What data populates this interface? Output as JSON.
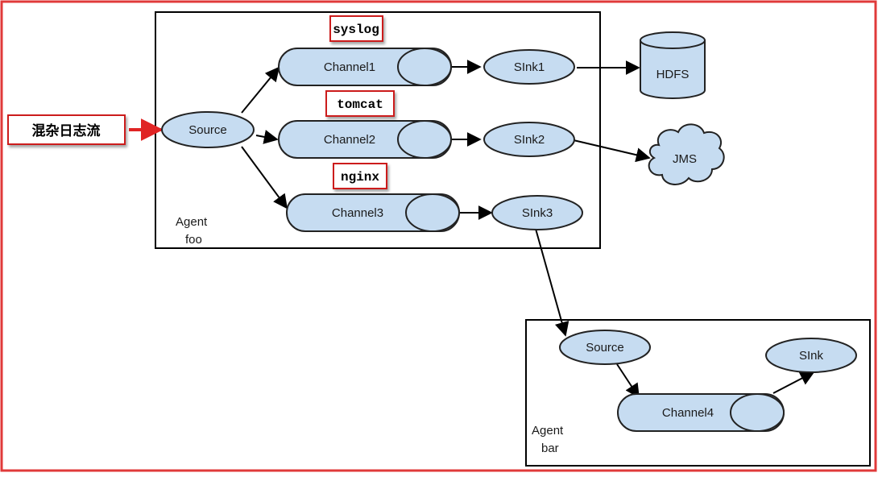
{
  "colors": {
    "node_fill": "#c6dcf1",
    "node_stroke": "#222222",
    "frame_red": "#e03a3a",
    "tag_border": "#cc1f1f",
    "arrow": "#000000",
    "box_stroke": "#000000"
  },
  "input_label": "混杂日志流",
  "agent_foo": {
    "label_line1": "Agent",
    "label_line2": "foo",
    "source": "Source",
    "channels": [
      {
        "name": "Channel1",
        "tag": "syslog"
      },
      {
        "name": "Channel2",
        "tag": "tomcat"
      },
      {
        "name": "Channel3",
        "tag": "nginx"
      }
    ],
    "sinks": [
      "SInk1",
      "SInk2",
      "SInk3"
    ]
  },
  "destinations": {
    "hdfs": "HDFS",
    "jms": "JMS"
  },
  "agent_bar": {
    "label_line1": "Agent",
    "label_line2": "bar",
    "source": "Source",
    "channel": "Channel4",
    "sink": "SInk"
  }
}
